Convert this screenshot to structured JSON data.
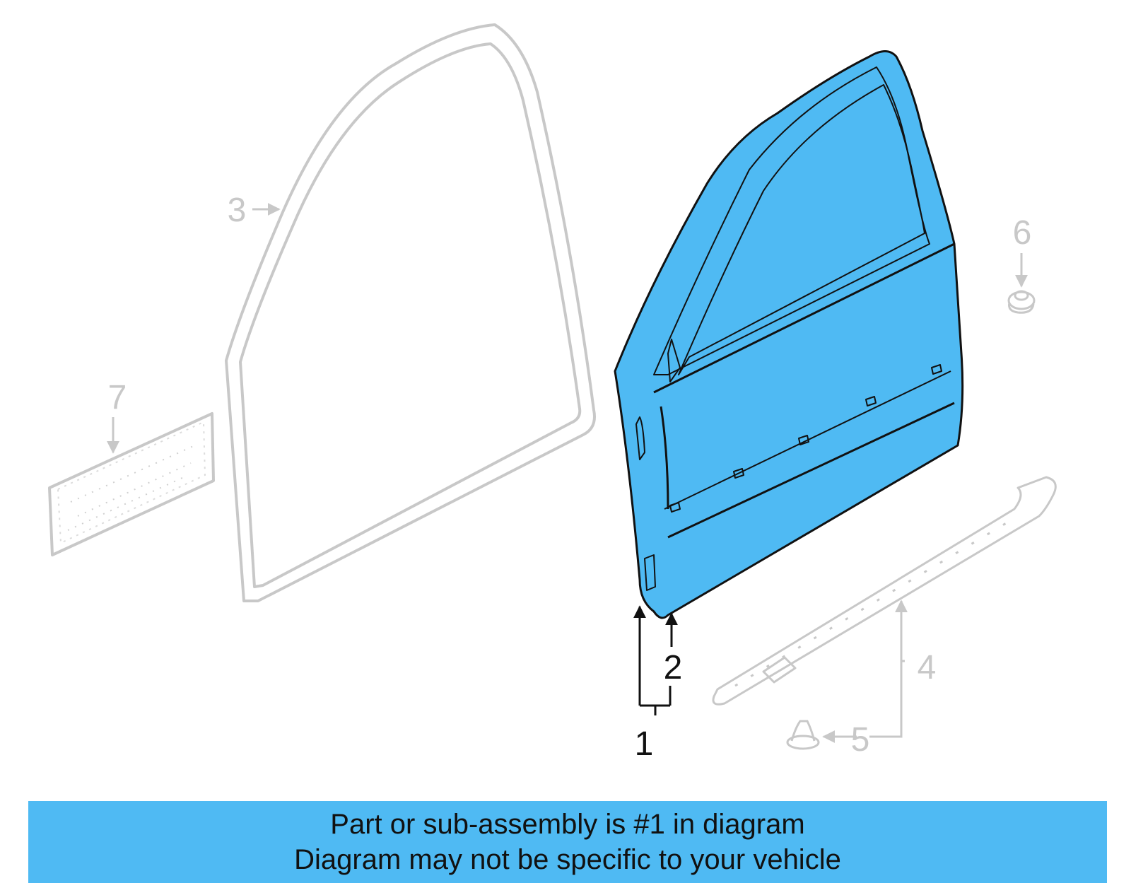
{
  "diagram": {
    "callouts": {
      "c1": "1",
      "c2": "2",
      "c3": "3",
      "c4": "4",
      "c5": "5",
      "c6": "6",
      "c7": "7"
    },
    "highlight_color": "#4fbaf3",
    "inactive_color": "#c8c8c8"
  },
  "caption": {
    "line1": "Part or sub-assembly is #1 in diagram",
    "line2": "Diagram may not be specific to your vehicle"
  }
}
